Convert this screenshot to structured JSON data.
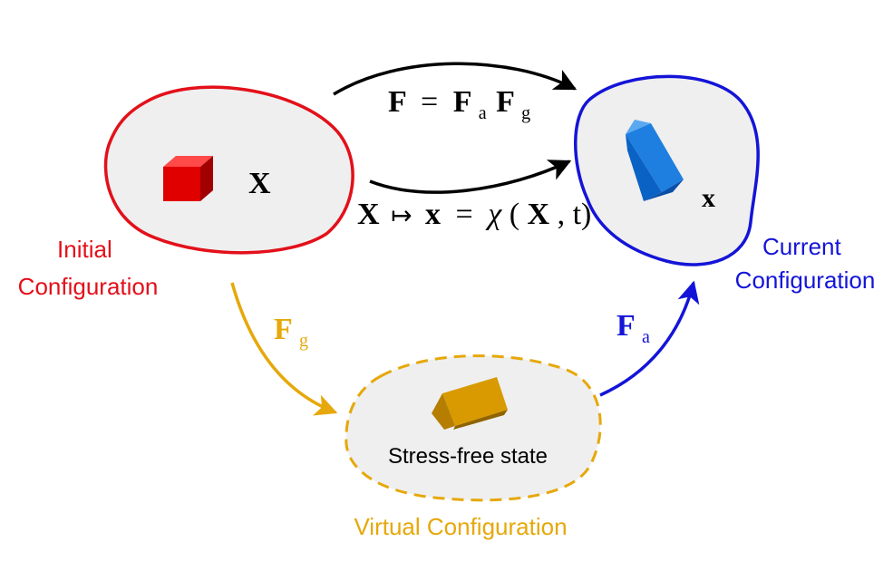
{
  "colors": {
    "initial": "#e3101a",
    "current": "#1414d8",
    "virtual": "#e6a80a",
    "arrow_black": "#000000",
    "blob_fill": "#efefef",
    "text_black": "#000000"
  },
  "initial": {
    "label_line1": "Initial",
    "label_line2": "Configuration",
    "point": "X"
  },
  "current": {
    "label_line1": "Current",
    "label_line2": "Configuration",
    "point": "x"
  },
  "virtual": {
    "label": "Virtual Configuration",
    "state": "Stress-free state"
  },
  "top_arrow": {
    "lhs": "F",
    "eq": "=",
    "f1": "F",
    "sub1": "a",
    "f2": "F",
    "sub2": "g"
  },
  "motion_arrow": {
    "X": "X",
    "mapsto": "↦",
    "x": "x",
    "eq": "=",
    "chi": "χ",
    "args_open": "(",
    "args_X": "X",
    "args_rest": ", t)"
  },
  "fg_arrow": {
    "F": "F",
    "sub": "g"
  },
  "fa_arrow": {
    "F": "F",
    "sub": "a"
  }
}
